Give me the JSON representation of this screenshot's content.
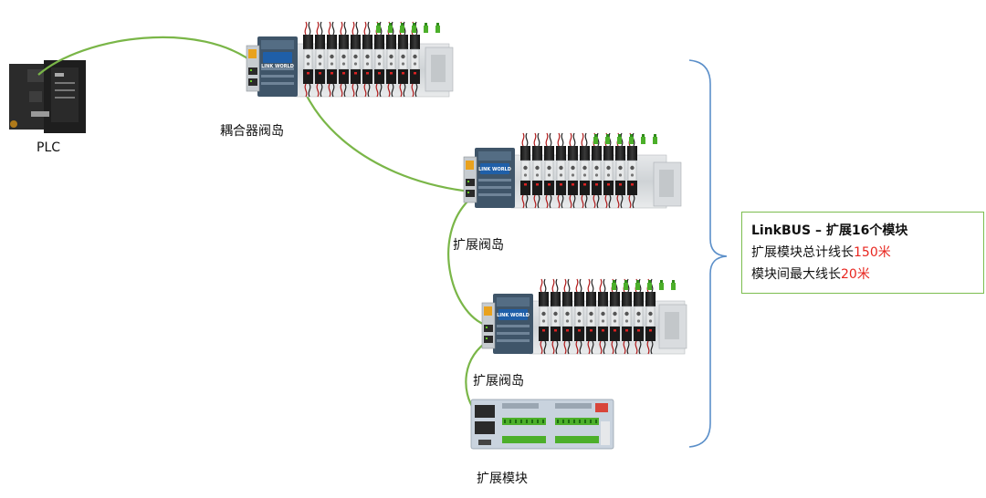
{
  "labels": {
    "plc": "PLC",
    "coupler_island": "耦合器阀岛",
    "expansion_island_1": "扩展阀岛",
    "expansion_island_2": "扩展阀岛",
    "expansion_module": "扩展模块"
  },
  "device_text": {
    "brand_badge": "LINK WORLD"
  },
  "info_box": {
    "title": "LinkBUS – 扩展16个模块",
    "line1_prefix": "扩展模块总计线长",
    "line1_value": "150米",
    "line2_prefix": "模块间最大线长",
    "line2_value": "20米"
  },
  "colors": {
    "cable": "#7ab648",
    "box_border": "#7cbd4f",
    "brace": "#5b8fc9",
    "highlight_red": "#e8261f"
  }
}
